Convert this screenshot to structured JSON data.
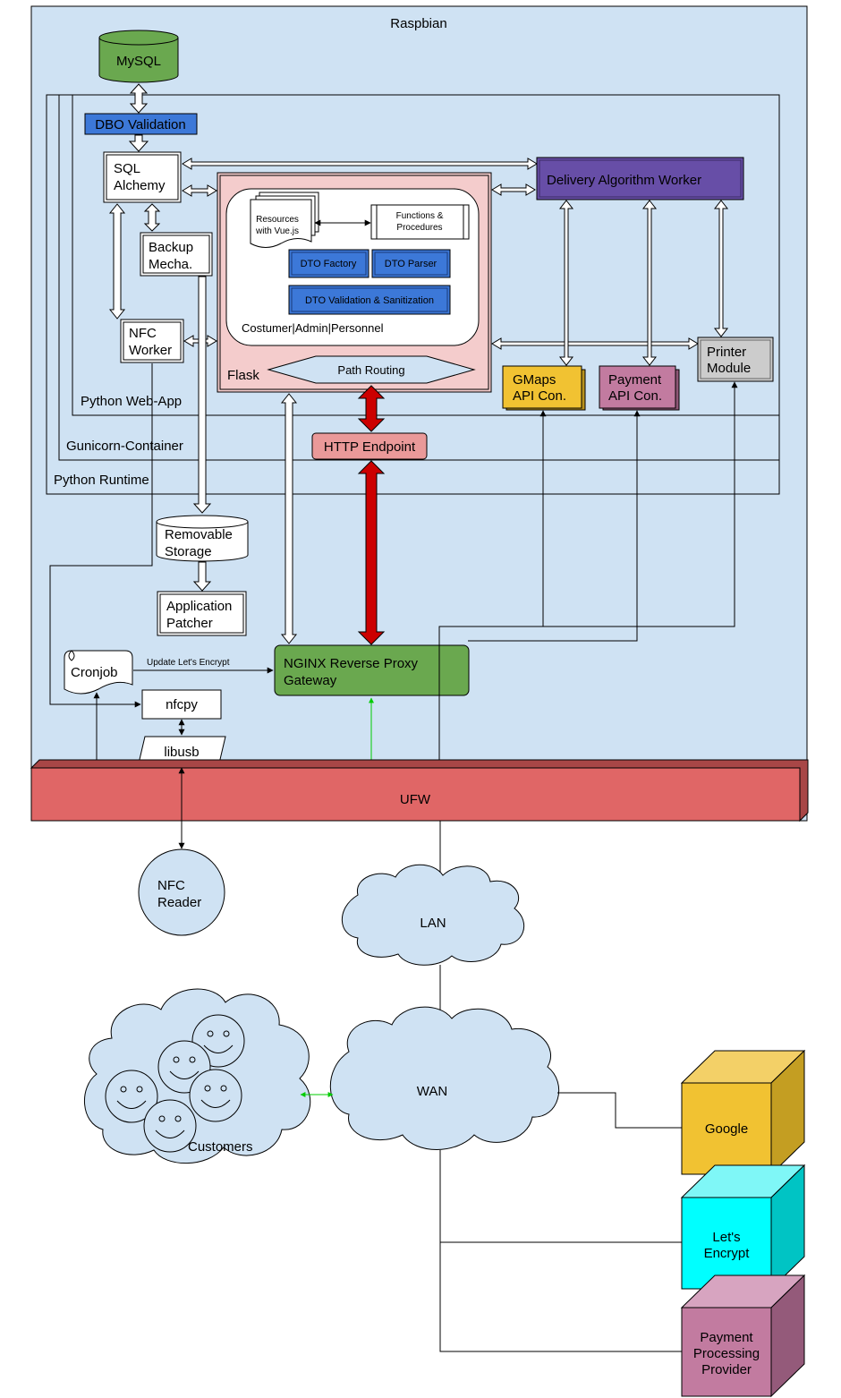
{
  "diagram": {
    "raspbian": "Raspbian",
    "mysql": "MySQL",
    "dbo_validation": "DBO Validation",
    "sql_alchemy": [
      "SQL",
      "Alchemy"
    ],
    "backup": [
      "Backup",
      "Mecha."
    ],
    "nfc_worker": [
      "NFC",
      "Worker"
    ],
    "resources": [
      "Resources",
      "with Vue.js"
    ],
    "functions": [
      "Functions &",
      "Procedures"
    ],
    "dto_factory": "DTO Factory",
    "dto_parser": "DTO Parser",
    "dto_validation": "DTO Validation & Sanitization",
    "roles": "Costumer|Admin|Personnel",
    "flask": "Flask",
    "path_routing": "Path Routing",
    "python_webapp": "Python Web-App",
    "gunicorn": "Gunicorn-Container",
    "python_runtime": "Python Runtime",
    "http_endpoint": "HTTP Endpoint",
    "delivery_worker": "Delivery Algorithm Worker",
    "gmaps": [
      "GMaps",
      "API Con."
    ],
    "payment_api": [
      "Payment",
      "API Con."
    ],
    "printer": [
      "Printer",
      "Module"
    ],
    "removable_storage": [
      "Removable",
      "Storage"
    ],
    "app_patcher": [
      "Application",
      "Patcher"
    ],
    "cronjob": "Cronjob",
    "update_letsencrypt": "Update Let's Encrypt",
    "nginx": [
      "NGINX Reverse Proxy",
      "Gateway"
    ],
    "nfcpy": "nfcpy",
    "libusb": "libusb",
    "ufw": "UFW",
    "nfc_reader": [
      "NFC",
      "Reader"
    ],
    "lan": "LAN",
    "wan": "WAN",
    "customers": "Customers",
    "google": "Google",
    "letsencrypt": [
      "Let's",
      "Encrypt"
    ],
    "payment_provider": [
      "Payment",
      "Processing",
      "Provider"
    ]
  },
  "colors": {
    "raspbian_bg": "#cfe2f3",
    "mysql": "#6aa84f",
    "dto_blue": "#3c78d8",
    "flask_bg": "#f4cccc",
    "delivery": "#674ea7",
    "gmaps": "#f1c232",
    "payment_api": "#c27ba0",
    "printer": "#cccccc",
    "http_endpoint": "#ea9999",
    "red_arrow": "#cc0000",
    "nginx": "#6aa84f",
    "ufw": "#e06666",
    "letsencrypt": "#00ffff",
    "google": "#f1c232",
    "payment_provider": "#c27ba0"
  }
}
